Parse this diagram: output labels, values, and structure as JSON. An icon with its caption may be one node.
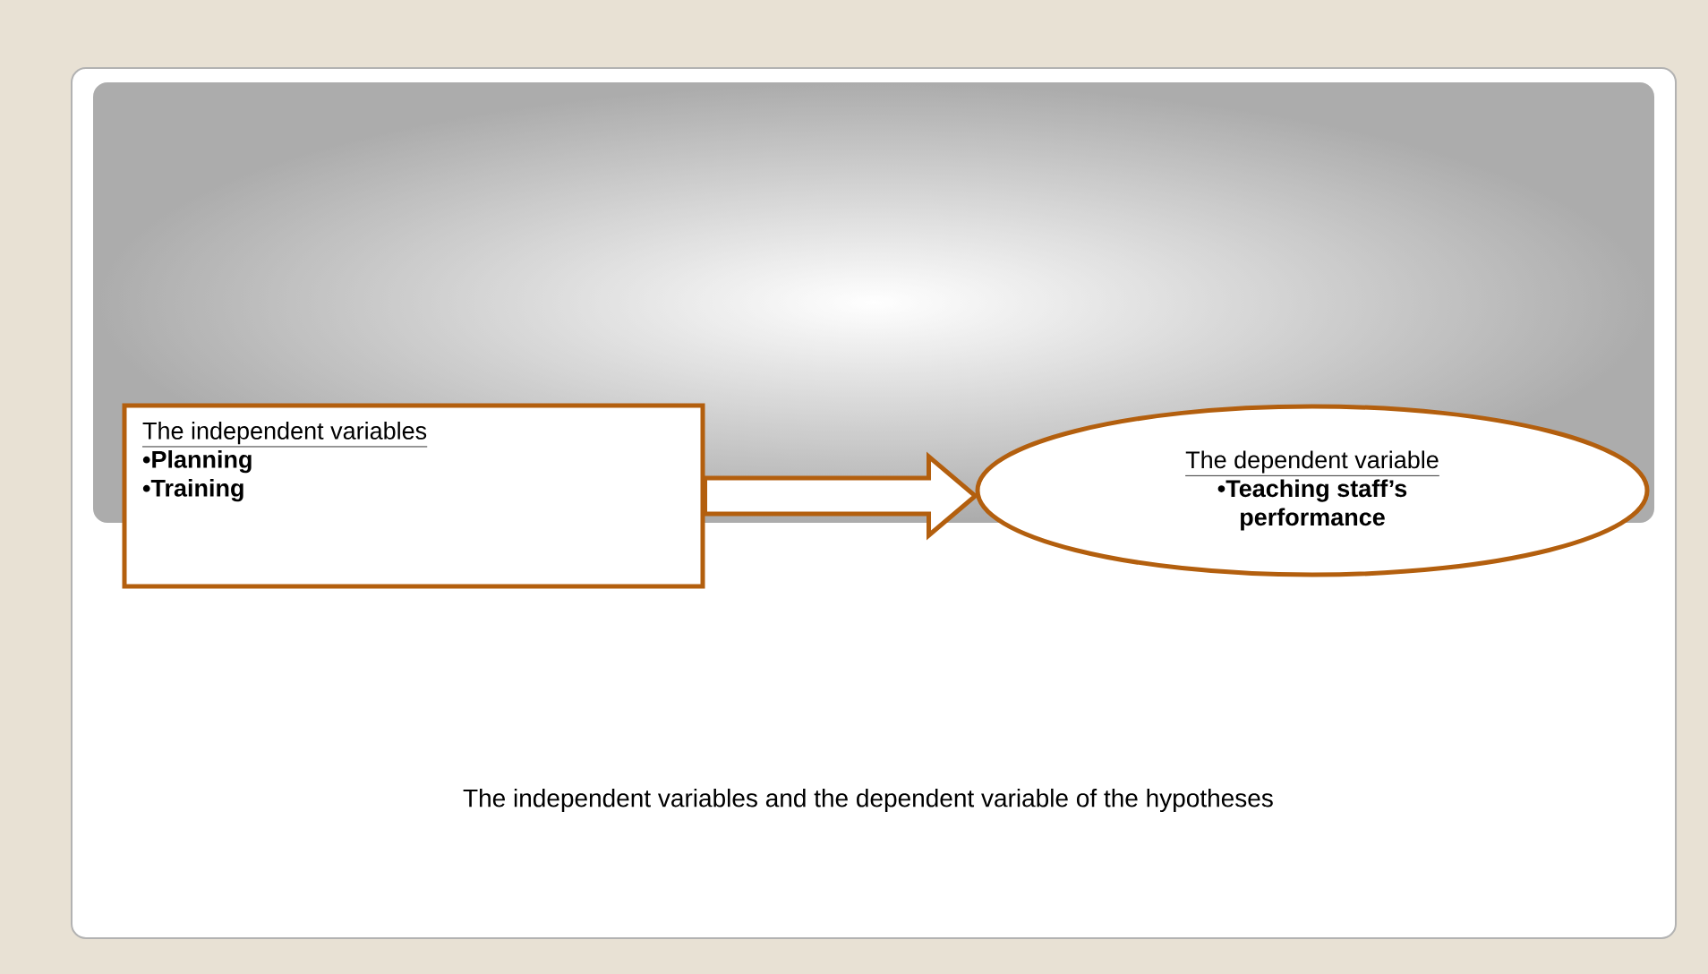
{
  "diagram": {
    "caption": "The independent variables and the dependent variable of the hypotheses",
    "nodes": [
      {
        "text": [
          "The independent variables",
          "•Planning",
          "•Training"
        ]
      },
      {
        "text": [
          "The dependent variable",
          "•Teaching staff’s performance"
        ]
      }
    ],
    "edges": [
      {
        "from": 0,
        "to": 1,
        "arrow": "to",
        "style": "thick"
      }
    ]
  }
}
